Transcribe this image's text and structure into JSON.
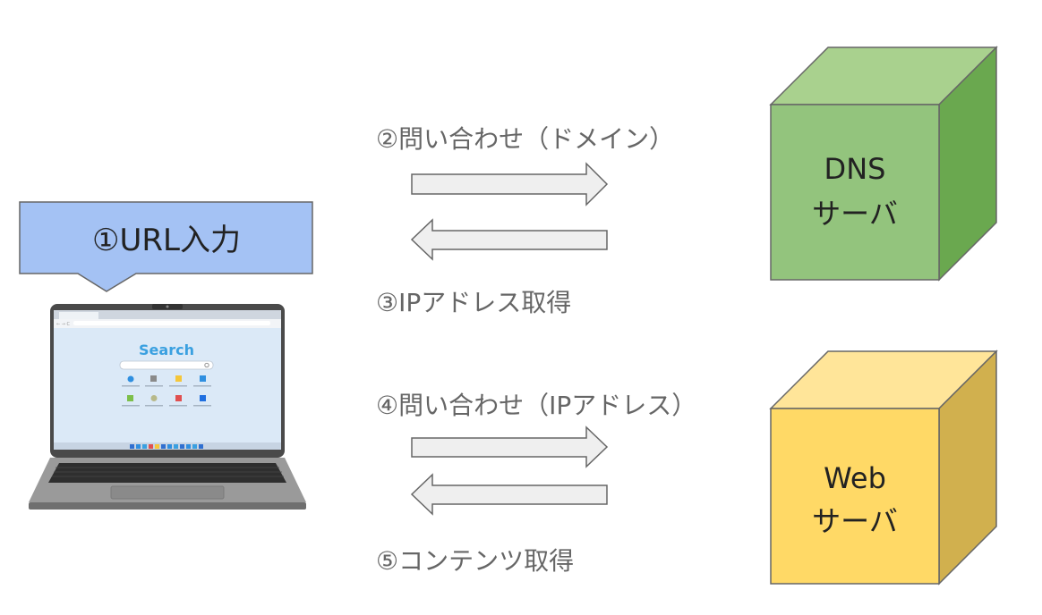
{
  "callout": {
    "label": "①URL入力",
    "fill": "#a4c2f4"
  },
  "laptop": {
    "search_label": "Search"
  },
  "servers": {
    "dns": {
      "line1": "DNS",
      "line2": "サーバ",
      "front": "#93c47d",
      "top": "#a9d18e",
      "side": "#6aa84f"
    },
    "web": {
      "line1": "Web",
      "line2": "サーバ",
      "front": "#ffd966",
      "top": "#ffe599",
      "side": "#d1b04e"
    }
  },
  "steps": {
    "step2": "②問い合わせ（ドメイン）",
    "step3": "③IPアドレス取得",
    "step4": "④問い合わせ（IPアドレス）",
    "step5": "⑤コンテンツ取得"
  },
  "colors": {
    "arrow_fill": "#efefef",
    "arrow_stroke": "#666666",
    "text": "#666666",
    "server_text": "#222222"
  }
}
